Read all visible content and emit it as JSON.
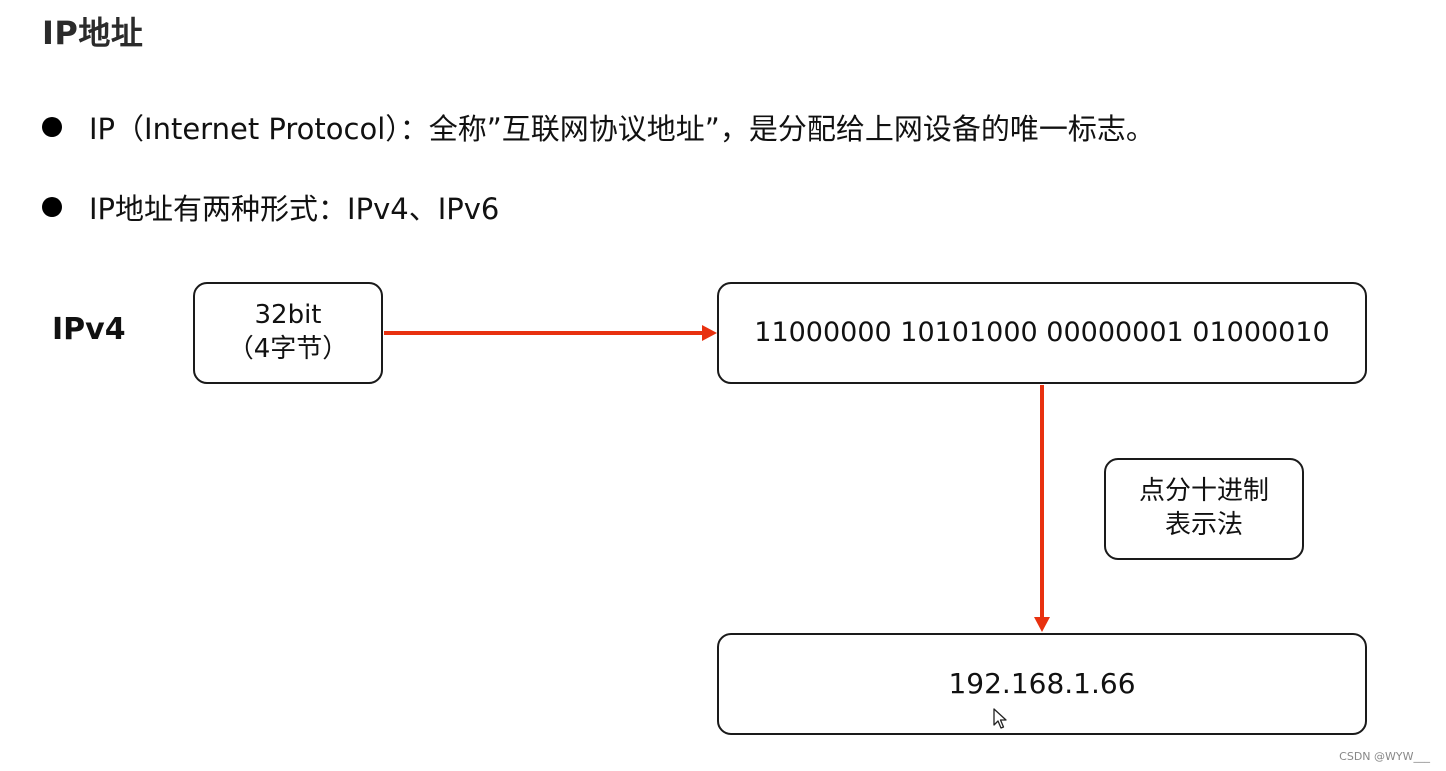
{
  "title": "IP地址",
  "bullets": [
    "IP（Internet Protocol）：全称”互联网协议地址”，是分配给上网设备的唯一标志。",
    "IP地址有两种形式：IPv4、IPv6"
  ],
  "diagram": {
    "label": "IPv4",
    "bits_box": {
      "line1": "32bit",
      "line2": "（4字节）"
    },
    "binary_box": "11000000 10101000 00000001 01000010",
    "method_box": {
      "line1": "点分十进制",
      "line2": "表示法"
    },
    "dotted_box": "192.168.1.66"
  },
  "arrow_color": "#e8310f",
  "watermark": "CSDN @WYW___"
}
